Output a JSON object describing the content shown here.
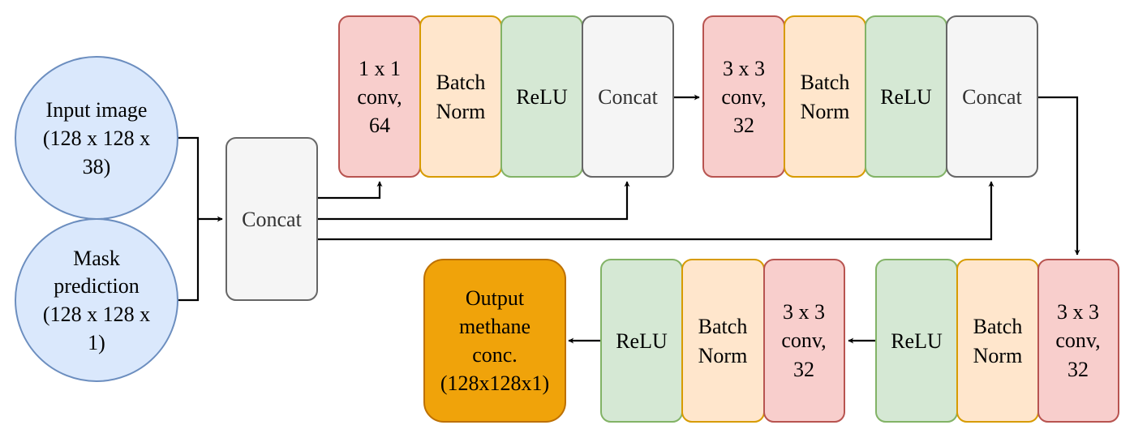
{
  "colors": {
    "input_fill": "#dae8fc",
    "input_stroke": "#6c8ebf",
    "concat_fill": "#f5f5f5",
    "concat_stroke": "#666666",
    "conv_fill": "#f8cecc",
    "conv_stroke": "#b85450",
    "bn_fill": "#ffe6cc",
    "bn_stroke": "#d79b00",
    "relu_fill": "#d5e8d4",
    "relu_stroke": "#82b366",
    "output_fill": "#f0a30a",
    "output_stroke": "#bd7000",
    "edge": "#000000"
  },
  "inputs": {
    "image": {
      "line1": "Input image",
      "line2": "(128 x 128 x",
      "line3": "38)"
    },
    "mask": {
      "line1": "Mask",
      "line2": "prediction",
      "line3": "(128 x 128 x",
      "line4": "1)"
    }
  },
  "concat_main": "Concat",
  "row1": {
    "conv": {
      "line1": "1 x 1",
      "line2": "conv,",
      "line3": "64"
    },
    "bn": {
      "line1": "Batch",
      "line2": "Norm"
    },
    "relu": "ReLU",
    "concat": "Concat"
  },
  "row2": {
    "conv": {
      "line1": "3 x 3",
      "line2": "conv,",
      "line3": "32"
    },
    "bn": {
      "line1": "Batch",
      "line2": "Norm"
    },
    "relu": "ReLU",
    "concat": "Concat"
  },
  "row3": {
    "conv": {
      "line1": "3 x 3",
      "line2": "conv,",
      "line3": "32"
    },
    "bn": {
      "line1": "Batch",
      "line2": "Norm"
    },
    "relu": "ReLU"
  },
  "row4": {
    "conv": {
      "line1": "3 x 3",
      "line2": "conv,",
      "line3": "32"
    },
    "bn": {
      "line1": "Batch",
      "line2": "Norm"
    },
    "relu": "ReLU"
  },
  "output": {
    "line1": "Output",
    "line2": "methane",
    "line3": "conc.",
    "line4": "(128x128x1)"
  }
}
